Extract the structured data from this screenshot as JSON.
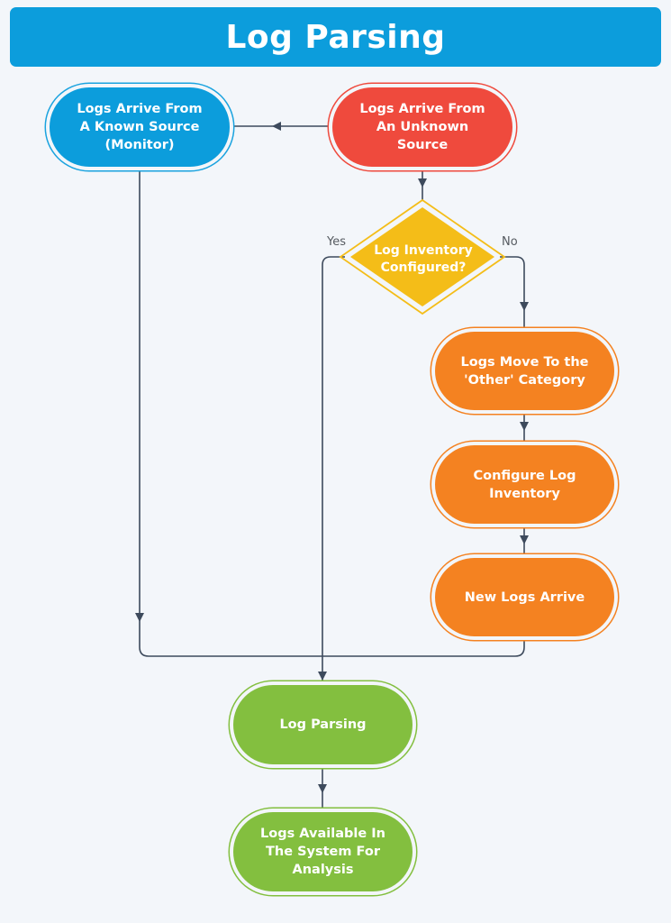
{
  "title": "Log Parsing",
  "colors": {
    "background": "#f3f6fa",
    "blue": "#0c9ddc",
    "red": "#ef4a3d",
    "yellow": "#f4bd18",
    "orange": "#f48221",
    "green": "#83bf3f",
    "connector": "#3d4a5c"
  },
  "nodes": {
    "known_source": "Logs Arrive From A Known Source (Monitor)",
    "unknown_source": "Logs Arrive From An Unknown Source",
    "decision": "Log Inventory Configured?",
    "other_category": "Logs Move To the 'Other' Category",
    "configure_inventory": "Configure Log Inventory",
    "new_logs": "New Logs Arrive",
    "log_parsing": "Log Parsing",
    "logs_available": "Logs Available In The System For Analysis"
  },
  "edge_labels": {
    "yes": "Yes",
    "no": "No"
  }
}
